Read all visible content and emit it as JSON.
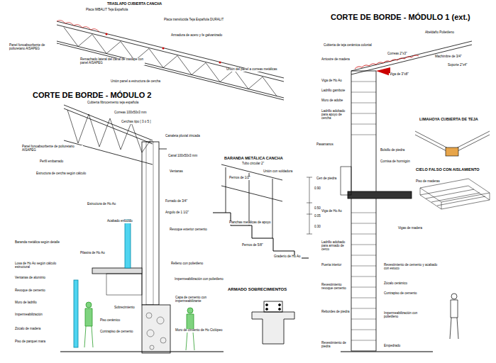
{
  "diagram": {
    "labels": [
      "TRASLAPO CUBIERTA CANCHA",
      "Placa IMBALIT Teja Española",
      "Placa translúcida Teja Española DURALIT",
      "Panel fonoabsorbente de poliuretano AISAPEG",
      "Armadura de acero y fe galvanizado",
      "Remachado lateral del canal de traslape con panel AISAPEG",
      "Unión del panel a correas metálicas",
      "Unión panel a estructura de cercha",
      "CORTE DE BORDE - MÓDULO 2",
      "Cubierta fibrocemento teja española",
      "Correas 100x50x3 mm",
      "Cerchas tipo [ 3 ó 5 ]",
      "Panel fonoabsorbente de poliuretano AISAPEG",
      "Perfil embarrado",
      "Estructura de cercha según cálculo",
      "Canaleta pluvial zincada",
      "Canal 100x50x3 mm",
      "Ventanas",
      "Estructura de Ho Ao",
      "Forrado de 3/4\"",
      "Angulo de 1 1/2\"",
      "Acabado enlucido",
      "Revoque exterior cemento",
      "Baranda metálica según detalle",
      "Pilastra de Ho Ao",
      "Losa de Ho Ao según cálculo estructural",
      "Ventanas de aluminio",
      "Revoque de cemento",
      "Muro de ladrillo",
      "Impermeabilización",
      "Zócalo de madera",
      "Piso de parquet mara",
      "Relleno con polietileno",
      "Impermeabilización con polietileno",
      "Capa de cemento con impermeabilizante",
      "Muro de cimiento de Ho Ciclópeo",
      "Contrapiso de cemento",
      "Piso cerámico",
      "Sobrecimiento",
      "BARANDA METÁLICA CANCHA",
      "Tubo circular 2\"",
      "Unión con soldadura",
      "Pernos de 1/2\"",
      "Planchas metálicas de apoyo",
      "Pernos de 5/8\"",
      "Graderío de Ho Ao",
      "0.90",
      "0.50",
      "0.05",
      "0.30",
      "ARMADO SOBRECIMIENTOS",
      "CORTE DE BORDE - MÓDULO 1 (ext.)",
      "Abeldaño Polietileno",
      "Cubierta de teja cerámica colonial",
      "Correas 2\"x3\"",
      "Machimbre de 3/4\"",
      "Soporte 2\"x4\"",
      "Viga de 3\"x8\"",
      "Arriostre de madera",
      "Viga de Ho Ao",
      "Ladrillo gambote",
      "Muro de adobe",
      "Ladrillo adobado para apoyo de cercha",
      "LIMAHOYA CUBIERTA DE TEJA",
      "Pasamanos",
      "Bolsillo de piedra",
      "Cornisa de hormigón",
      "Piso de maderas",
      "CIELO FALSO CON AISLAMIENTO",
      "Cen de piedra",
      "Viga de Ho Ao",
      "Ladrillo adobado para armado de cerco",
      "Puerta interior",
      "Revestimiento revoque cemento",
      "Rebordes de piedra",
      "Revestimiento de piedra",
      "Vigas de madera",
      "Revestimiento de cemento y acabado con estuco",
      "Zócalo cerámico",
      "Contrapiso de cemento",
      "Impermeabilización con polietileno",
      "Empedrado"
    ]
  }
}
